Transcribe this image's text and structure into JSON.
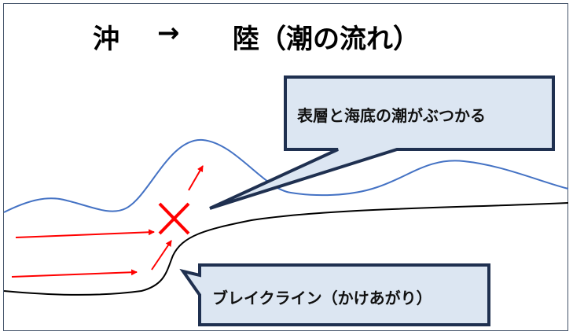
{
  "title": {
    "from": "沖",
    "arrow": "→",
    "to": "陸（潮の流れ）"
  },
  "callouts": {
    "collision": "表層と海底の潮がぶつかる",
    "break_line": "ブレイクライン（かけあがり）"
  },
  "colors": {
    "surface_current": "#4472c4",
    "seabed": "#000000",
    "flow_arrows": "#ff0000",
    "callout_fill": "#dce6f2",
    "callout_border": "#1f3050"
  }
}
